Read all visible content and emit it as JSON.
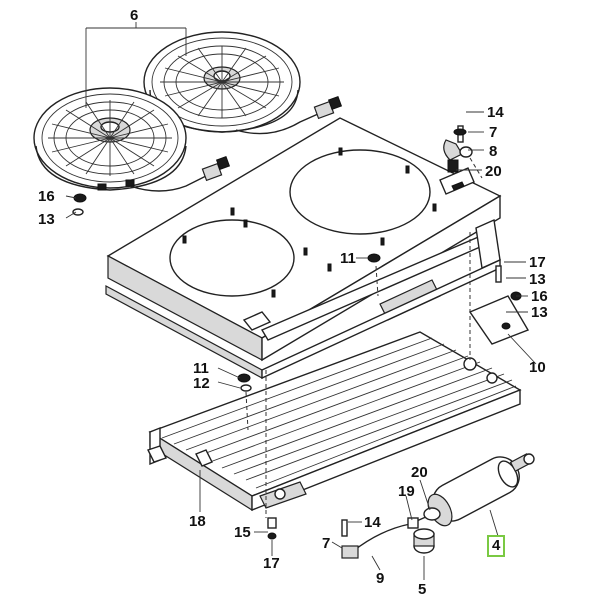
{
  "callouts": {
    "c6": "6",
    "c14a": "14",
    "c7a": "7",
    "c8": "8",
    "c20a": "20",
    "c16a": "16",
    "c13a": "13",
    "c11a": "11",
    "c17a": "17",
    "c13b": "13",
    "c16b": "16",
    "c13c": "13",
    "c10": "10",
    "c11b": "11",
    "c12": "12",
    "c20b": "20",
    "c19": "19",
    "c18": "18",
    "c4": "4",
    "c15": "15",
    "c14b": "14",
    "c17b": "17",
    "c7b": "7",
    "c9": "9",
    "c5": "5"
  },
  "highlight_color": "#7ac943"
}
